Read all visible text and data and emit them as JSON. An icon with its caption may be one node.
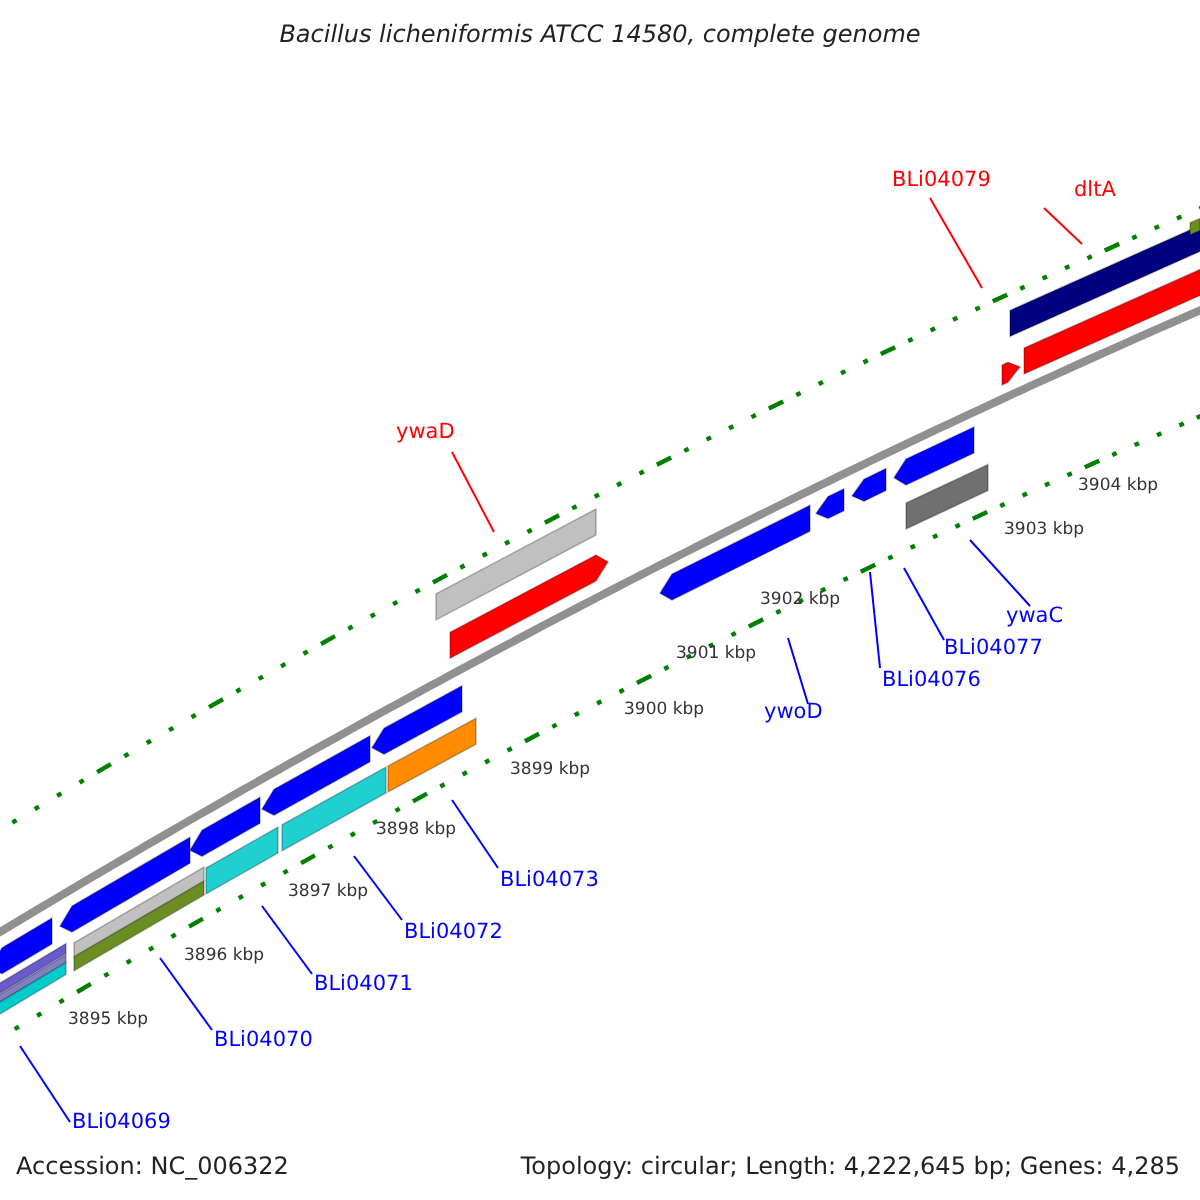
{
  "diagram": {
    "title": "Bacillus licheniformis ATCC 14580, complete genome",
    "nodes": [
      {
        "text": [
          "dltA"
        ]
      },
      {
        "text": [
          "BLi04079"
        ]
      },
      {
        "text": [
          "ywaD"
        ]
      },
      {
        "text": [
          "ywoD"
        ]
      },
      {
        "text": [
          "BLi04076"
        ]
      },
      {
        "text": [
          "BLi04077"
        ]
      },
      {
        "text": [
          "ywaC"
        ]
      },
      {
        "text": [
          "BLi04073"
        ]
      },
      {
        "text": [
          "BLi04072"
        ]
      },
      {
        "text": [
          "BLi04071"
        ]
      },
      {
        "text": [
          "BLi04070"
        ]
      },
      {
        "text": [
          "BLi04069"
        ]
      }
    ],
    "edges": [
      {
        "from": 0,
        "to": null,
        "arrow": "none",
        "color": "#ff0000"
      },
      {
        "from": 1,
        "to": null,
        "arrow": "none",
        "color": "#ff0000"
      },
      {
        "from": 2,
        "to": null,
        "arrow": "none",
        "color": "#ff0000"
      },
      {
        "from": 3,
        "to": null,
        "arrow": "none"
      },
      {
        "from": 4,
        "to": null,
        "arrow": "none"
      },
      {
        "from": 5,
        "to": null,
        "arrow": "none"
      },
      {
        "from": 6,
        "to": null,
        "arrow": "none"
      },
      {
        "from": 7,
        "to": null,
        "arrow": "none"
      },
      {
        "from": 8,
        "to": null,
        "arrow": "none"
      },
      {
        "from": 9,
        "to": null,
        "arrow": "none"
      },
      {
        "from": 10,
        "to": null,
        "arrow": "none"
      },
      {
        "from": 11,
        "to": null,
        "arrow": "none"
      }
    ],
    "labels": [
      "3904 kbp",
      "3903 kbp",
      "3902 kbp",
      "3901 kbp",
      "3900 kbp",
      "3899 kbp",
      "3898 kbp",
      "3897 kbp",
      "3896 kbp",
      "3895 kbp",
      "Accession: NC_006322",
      "Topology: circular; Length: 4,222,645 bp; Genes: 4,285"
    ]
  }
}
